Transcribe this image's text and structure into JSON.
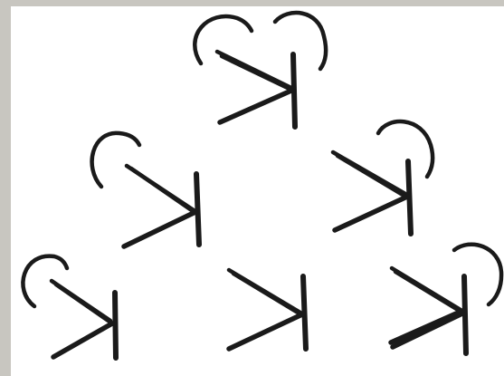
{
  "figure": {
    "kind": "hand-drawn symbol arrangement",
    "symbol_name": "symbol-k",
    "ink_color": "#1a1a1a",
    "paper_color": "#ffffff",
    "frame_color": "#c8c6c0",
    "rows": [
      {
        "row": 1,
        "symbols": [
          {
            "id": "s1",
            "arcs": 2
          }
        ]
      },
      {
        "row": 2,
        "symbols": [
          {
            "id": "s2",
            "arcs": 1
          },
          {
            "id": "s3",
            "arcs": 1
          }
        ]
      },
      {
        "row": 3,
        "symbols": [
          {
            "id": "s4",
            "arcs": 1
          },
          {
            "id": "s5",
            "arcs": 0
          },
          {
            "id": "s6",
            "arcs": 1
          }
        ]
      }
    ],
    "total_symbols": 6,
    "total_arcs": 6
  }
}
